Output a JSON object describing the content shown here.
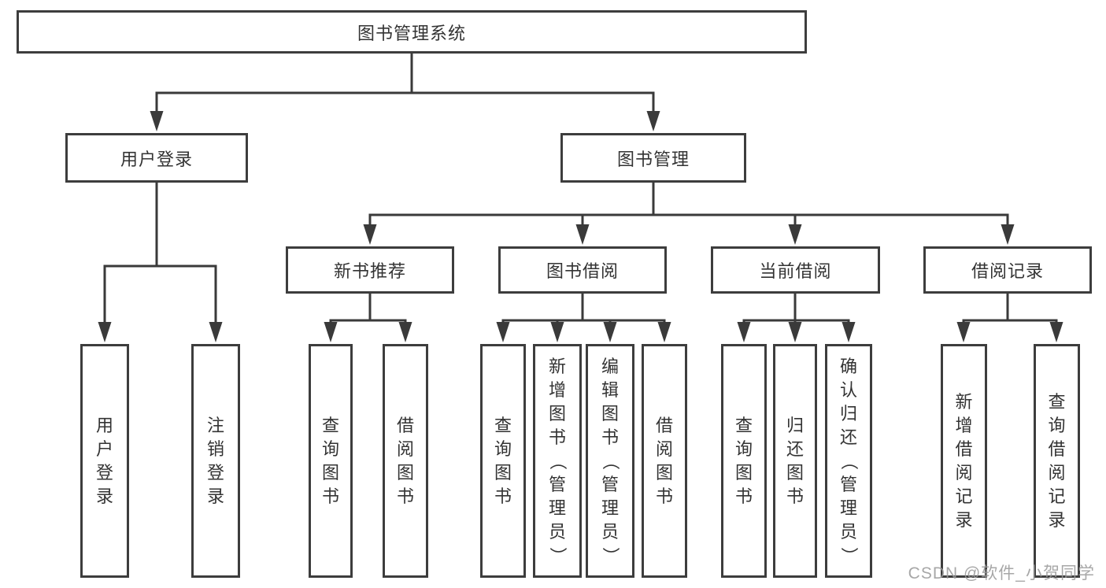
{
  "diagram": {
    "root": {
      "label": "图书管理系统"
    },
    "branches": [
      {
        "label": "用户登录",
        "children": [
          {
            "label": "用户登录"
          },
          {
            "label": "注销登录"
          }
        ]
      },
      {
        "label": "图书管理",
        "children": [
          {
            "label": "新书推荐",
            "children": [
              {
                "label": "查询图书"
              },
              {
                "label": "借阅图书"
              }
            ]
          },
          {
            "label": "图书借阅",
            "children": [
              {
                "label": "查询图书"
              },
              {
                "label": "新增图书（管理员）"
              },
              {
                "label": "编辑图书（管理员）"
              },
              {
                "label": "借阅图书"
              }
            ]
          },
          {
            "label": "当前借阅",
            "children": [
              {
                "label": "查询图书"
              },
              {
                "label": "归还图书"
              },
              {
                "label": "确认归还（管理员）"
              }
            ]
          },
          {
            "label": "借阅记录",
            "children": [
              {
                "label": "新增借阅记录"
              },
              {
                "label": "查询借阅记录"
              }
            ]
          }
        ]
      }
    ],
    "colors": {
      "line": "#3a3a3a",
      "border": "#3d3d3d",
      "text": "#333333",
      "watermark": "#9b9b9b"
    },
    "watermark": "CSDN @软件_小贺同学"
  }
}
